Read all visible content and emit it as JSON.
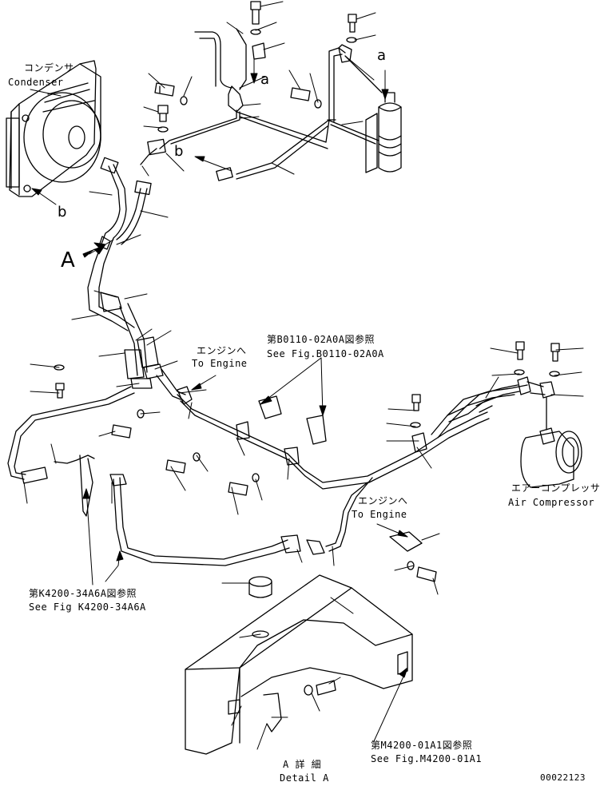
{
  "labels": {
    "condenser_jp": "コンデンサ",
    "condenser_en": "Condenser",
    "air_comp_jp": "エアーコンプレッサ",
    "air_comp_en": "Air Compressor",
    "to_engine1_jp": "エンジンへ",
    "to_engine1_en": "To Engine",
    "to_engine2_jp": "エンジンへ",
    "to_engine2_en": "To Engine",
    "ref_b0110_jp": "第B0110-02A0A図参照",
    "ref_b0110_en": "See Fig.B0110-02A0A",
    "ref_k4200_jp": "第K4200-34A6A図参照",
    "ref_k4200_en": "See Fig K4200-34A6A",
    "ref_m4200_jp": "第M4200-01A1図参照",
    "ref_m4200_en": "See Fig.M4200-01A1",
    "detail_a_jp": "A 詳 細",
    "detail_a_en": "Detail A",
    "letter_a_top": "a",
    "letter_a_mid": "a",
    "letter_b_mid": "b",
    "letter_b_left": "b",
    "big_a": "A",
    "drawing_no": "00022123"
  }
}
